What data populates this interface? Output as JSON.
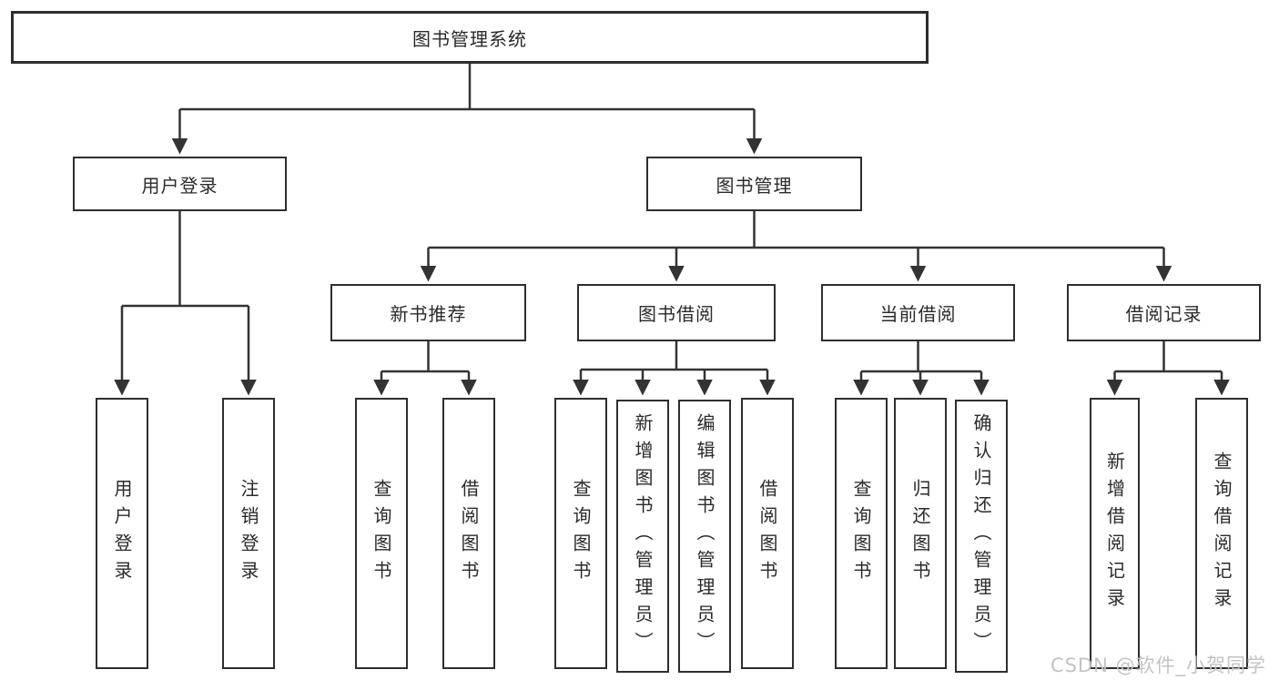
{
  "root": {
    "label": "图书管理系统",
    "children": [
      {
        "label": "用户登录",
        "children": [
          {
            "label": "用户登录"
          },
          {
            "label": "注销登录"
          }
        ]
      },
      {
        "label": "图书管理",
        "children": [
          {
            "label": "新书推荐",
            "children": [
              {
                "label": "查询图书"
              },
              {
                "label": "借阅图书"
              }
            ]
          },
          {
            "label": "图书借阅",
            "children": [
              {
                "label": "查询图书"
              },
              {
                "label": "新增图书（管理员）"
              },
              {
                "label": "编辑图书（管理员）"
              },
              {
                "label": "借阅图书"
              }
            ]
          },
          {
            "label": "当前借阅",
            "children": [
              {
                "label": "查询图书"
              },
              {
                "label": "归还图书"
              },
              {
                "label": "确认归还（管理员）"
              }
            ]
          },
          {
            "label": "借阅记录",
            "children": [
              {
                "label": "新增借阅记录"
              },
              {
                "label": "查询借阅记录"
              }
            ]
          }
        ]
      }
    ]
  },
  "watermark": "CSDN @软件_小贺同学",
  "colors": {
    "line": "#333333",
    "box_border": "#2e2e2e",
    "box_fill": "#ffffff",
    "watermark": "#c3c3c3"
  }
}
